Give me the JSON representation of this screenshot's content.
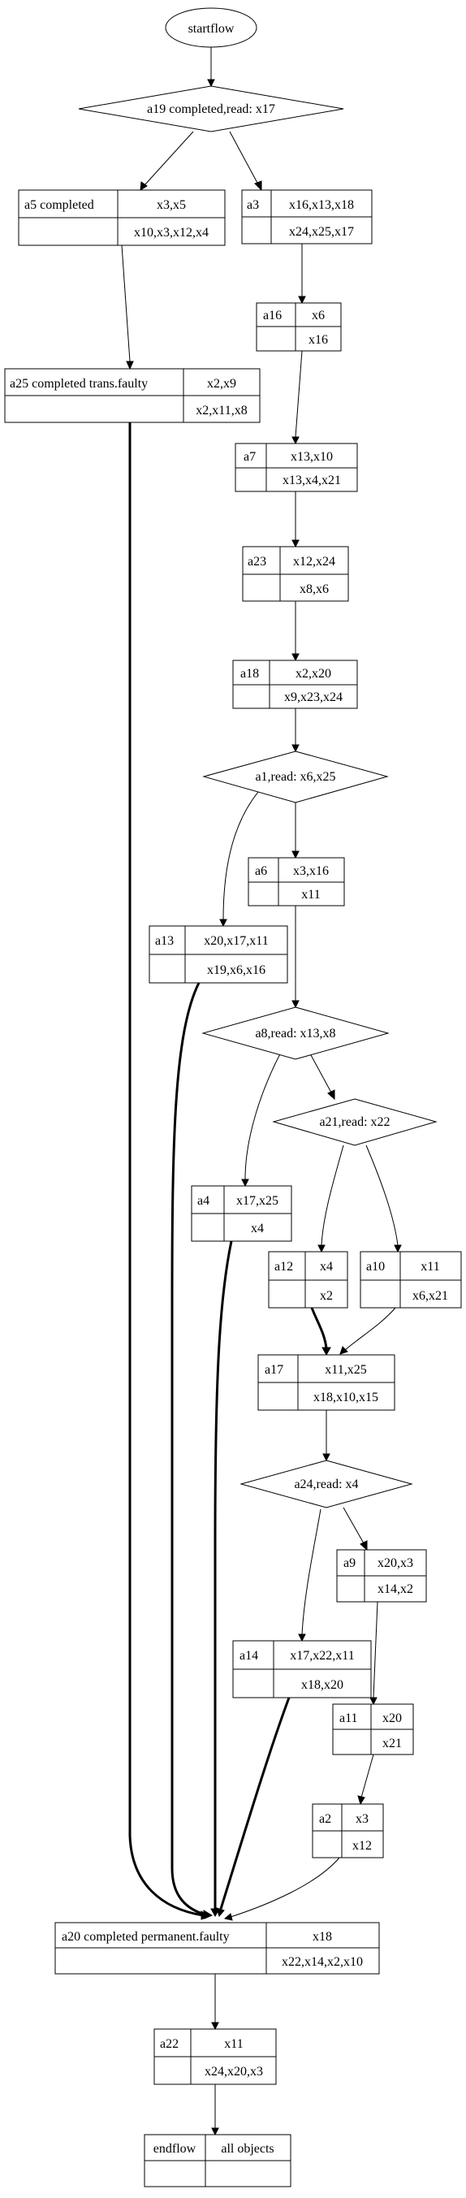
{
  "flow": {
    "start": "startflow",
    "end": {
      "name": "endflow",
      "objects": "all objects"
    }
  },
  "decisions": {
    "d19": "a19 completed,read: x17",
    "d1": "a1,read: x6,x25",
    "d8": "a8,read: x13,x8",
    "d21": "a21,read: x22",
    "d24": "a24,read: x4"
  },
  "activities": {
    "a5": {
      "name": "a5 completed",
      "reads": "x3,x5",
      "writes": "x10,x3,x12,x4"
    },
    "a3": {
      "name": "a3",
      "reads": "x16,x13,x18",
      "writes": "x24,x25,x17"
    },
    "a16": {
      "name": "a16",
      "reads": "x6",
      "writes": "x16"
    },
    "a25": {
      "name": "a25 completed trans.faulty",
      "reads": "x2,x9",
      "writes": "x2,x11,x8"
    },
    "a7": {
      "name": "a7",
      "reads": "x13,x10",
      "writes": "x13,x4,x21"
    },
    "a23": {
      "name": "a23",
      "reads": "x12,x24",
      "writes": "x8,x6"
    },
    "a18": {
      "name": "a18",
      "reads": "x2,x20",
      "writes": "x9,x23,x24"
    },
    "a6": {
      "name": "a6",
      "reads": "x3,x16",
      "writes": "x11"
    },
    "a13": {
      "name": "a13",
      "reads": "x20,x17,x11",
      "writes": "x19,x6,x16"
    },
    "a4": {
      "name": "a4",
      "reads": "x17,x25",
      "writes": "x4"
    },
    "a12": {
      "name": "a12",
      "reads": "x4",
      "writes": "x2"
    },
    "a10": {
      "name": "a10",
      "reads": "x11",
      "writes": "x6,x21"
    },
    "a17": {
      "name": "a17",
      "reads": "x11,x25",
      "writes": "x18,x10,x15"
    },
    "a9": {
      "name": "a9",
      "reads": "x20,x3",
      "writes": "x14,x2"
    },
    "a14": {
      "name": "a14",
      "reads": "x17,x22,x11",
      "writes": "x18,x20"
    },
    "a11": {
      "name": "a11",
      "reads": "x20",
      "writes": "x21"
    },
    "a2": {
      "name": "a2",
      "reads": "x3",
      "writes": "x12"
    },
    "a20": {
      "name": "a20 completed permanent.faulty",
      "reads": "x18",
      "writes": "x22,x14,x2,x10"
    },
    "a22": {
      "name": "a22",
      "reads": "x11",
      "writes": "x24,x20,x3"
    }
  }
}
